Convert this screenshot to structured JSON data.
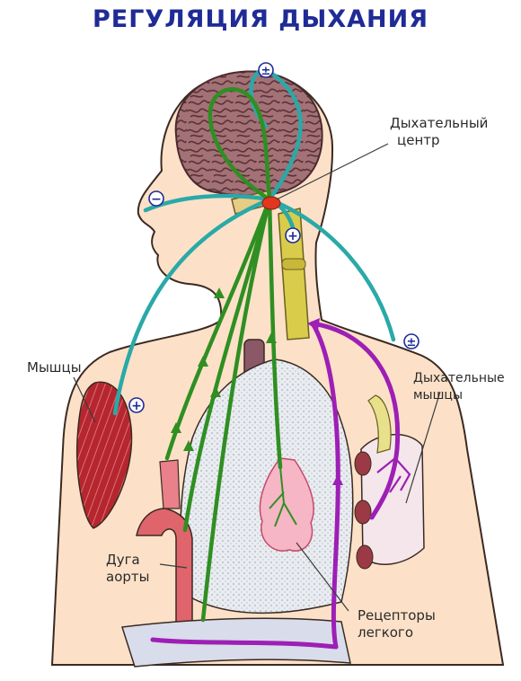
{
  "title": "РЕГУЛЯЦИЯ ДЫХАНИЯ",
  "labels": {
    "respiratory_center": [
      "Дыхательный",
      "центр"
    ],
    "muscles": "Мышцы",
    "respiratory_muscles": [
      "Дыхательные",
      "мышцы"
    ],
    "aortic_arch": [
      "Дуга",
      "аорты"
    ],
    "lung_receptors": [
      "Рецепторы",
      "легкого"
    ]
  },
  "signs": {
    "plus": "+",
    "minus": "−",
    "plus_minus": "±"
  },
  "colors": {
    "title": "#1f2b96",
    "skin": "#fce1c8",
    "outline": "#3a2a22",
    "brain": "#9b6a70",
    "green_nerve": "#2f8f22",
    "cyan_nerve": "#2aa9a8",
    "purple_nerve": "#9d1fb5",
    "muscle": "#b0232b",
    "lung": "#e4e7ec",
    "trachea": "#d9cc4a",
    "aorta": "#d95660",
    "sign_fill": "#ffffff",
    "sign_stroke": "#1f2b96"
  }
}
